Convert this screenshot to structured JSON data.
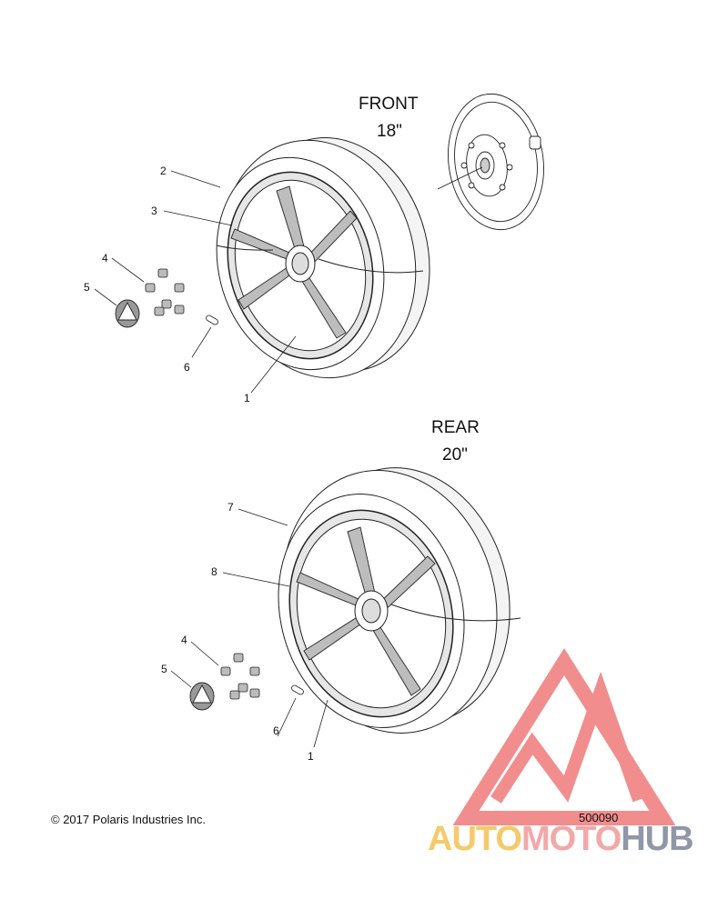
{
  "headings": {
    "front_title": "FRONT",
    "front_size": "18\"",
    "rear_title": "REAR",
    "rear_size": "20\""
  },
  "callouts": {
    "front": [
      "2",
      "3",
      "4",
      "5",
      "6",
      "1"
    ],
    "rear": [
      "7",
      "8",
      "4",
      "5",
      "6",
      "1"
    ]
  },
  "footer": {
    "copyright": "© 2017 Polaris Industries Inc.",
    "diagram_number": "500090"
  },
  "watermark": {
    "part1": "AUTO",
    "part2": "MOTO",
    "part3": "HUB"
  },
  "colors": {
    "line": "#222222",
    "watermark_red": "#f07a7a",
    "watermark_yellow": "#f6c96a",
    "watermark_gray": "#8f97a8"
  }
}
